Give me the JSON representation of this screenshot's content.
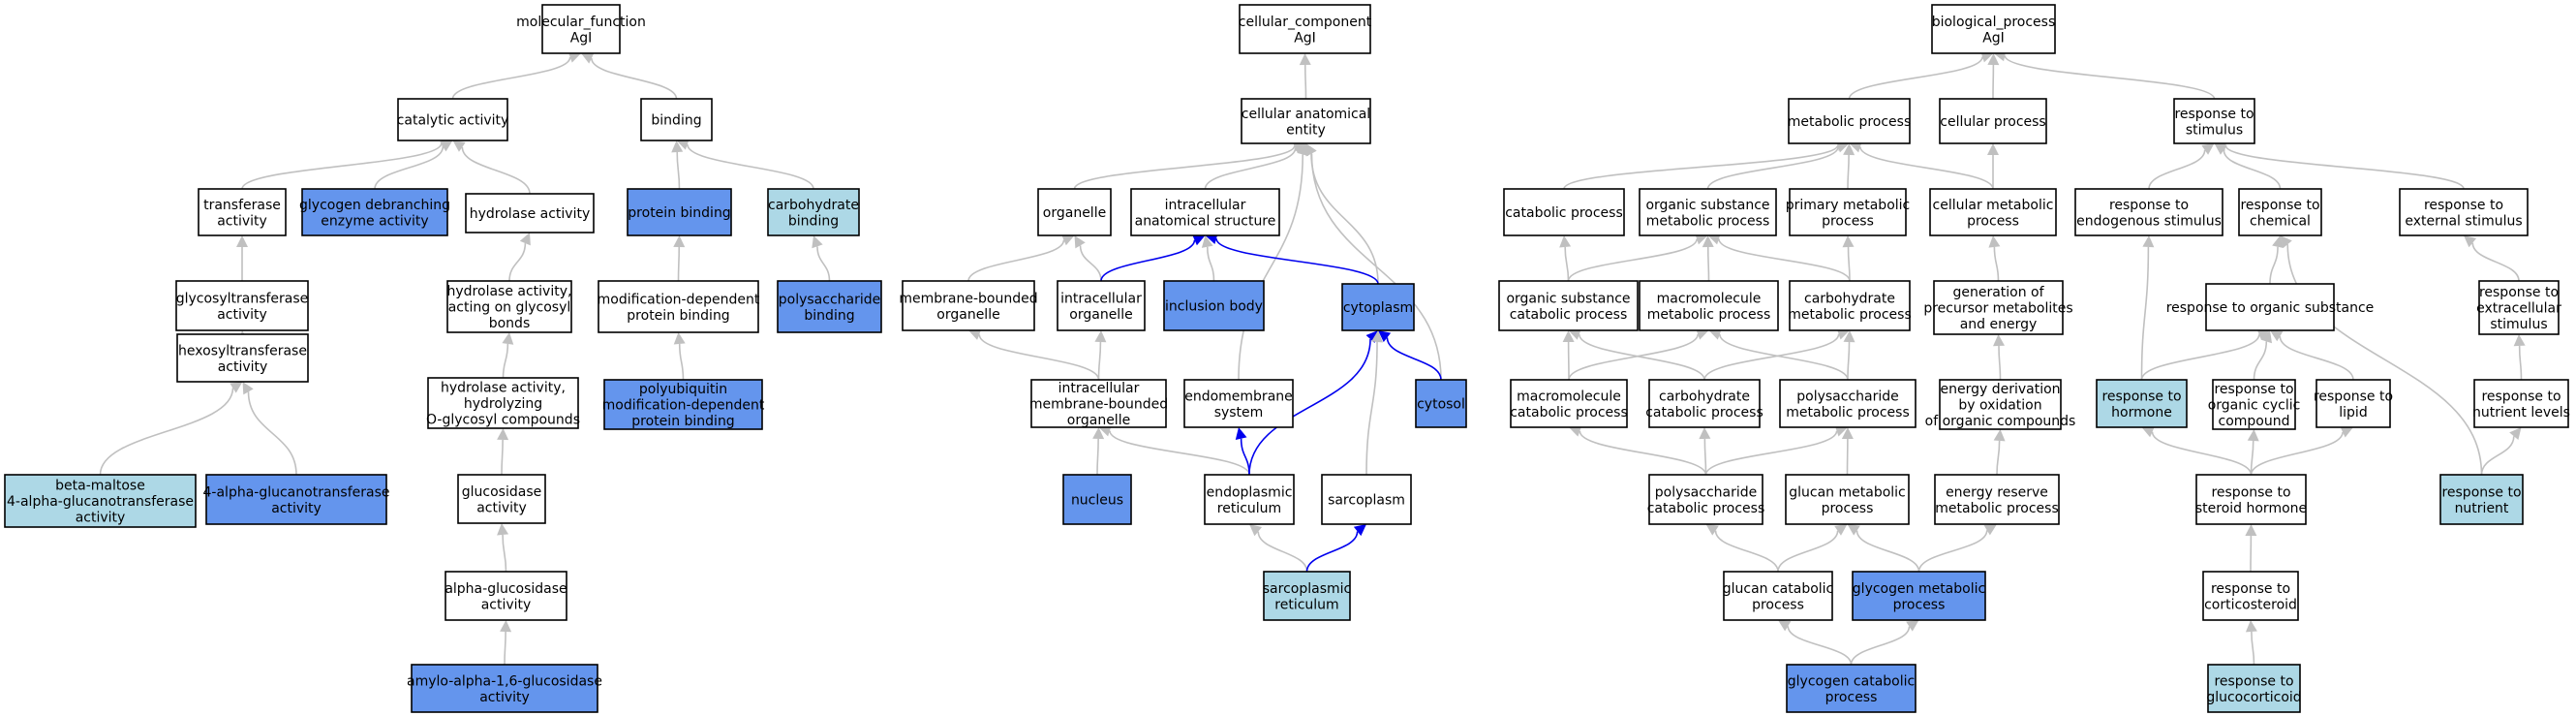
{
  "colors": {
    "plain": "#ffffff",
    "blue": "#6495ed",
    "lightblue": "#add8e6",
    "grey_edge": "#c0c0c0",
    "blue_edge": "#0000ee"
  },
  "nodes": [
    {
      "id": "mf",
      "lines": [
        "molecular_function",
        "AgI"
      ],
      "fill": "plain"
    },
    {
      "id": "catalytic",
      "lines": [
        "catalytic activity"
      ],
      "fill": "plain"
    },
    {
      "id": "binding",
      "lines": [
        "binding"
      ],
      "fill": "plain"
    },
    {
      "id": "transferase",
      "lines": [
        "transferase",
        "activity"
      ],
      "fill": "plain"
    },
    {
      "id": "glycogen_debranching",
      "lines": [
        "glycogen debranching",
        "enzyme activity"
      ],
      "fill": "blue"
    },
    {
      "id": "hydrolase",
      "lines": [
        "hydrolase activity"
      ],
      "fill": "plain"
    },
    {
      "id": "protein_binding",
      "lines": [
        "protein binding"
      ],
      "fill": "blue"
    },
    {
      "id": "carbohydrate_binding",
      "lines": [
        "carbohydrate",
        "binding"
      ],
      "fill": "lightblue"
    },
    {
      "id": "glycosyltransferase",
      "lines": [
        "glycosyltransferase",
        "activity"
      ],
      "fill": "plain"
    },
    {
      "id": "hydrolase_glycosyl",
      "lines": [
        "hydrolase activity,",
        "acting on glycosyl",
        "bonds"
      ],
      "fill": "plain"
    },
    {
      "id": "mod_dep_binding",
      "lines": [
        "modification-dependent",
        "protein binding"
      ],
      "fill": "plain"
    },
    {
      "id": "polysaccharide_binding",
      "lines": [
        "polysaccharide",
        "binding"
      ],
      "fill": "blue"
    },
    {
      "id": "hexosyltransferase",
      "lines": [
        "hexosyltransferase",
        "activity"
      ],
      "fill": "plain"
    },
    {
      "id": "hydrolase_oglycosyl",
      "lines": [
        "hydrolase activity,",
        "hydrolyzing",
        "O-glycosyl compounds"
      ],
      "fill": "plain"
    },
    {
      "id": "polyubiquitin",
      "lines": [
        "polyubiquitin",
        "modification-dependent",
        "protein binding"
      ],
      "fill": "blue"
    },
    {
      "id": "beta_maltose",
      "lines": [
        "beta-maltose",
        "4-alpha-glucanotransferase",
        "activity"
      ],
      "fill": "lightblue"
    },
    {
      "id": "alpha_glucanotransferase",
      "lines": [
        "4-alpha-glucanotransferase",
        "activity"
      ],
      "fill": "blue"
    },
    {
      "id": "glucosidase",
      "lines": [
        "glucosidase",
        "activity"
      ],
      "fill": "plain"
    },
    {
      "id": "alpha_glucosidase",
      "lines": [
        "alpha-glucosidase",
        "activity"
      ],
      "fill": "plain"
    },
    {
      "id": "amylo",
      "lines": [
        "amylo-alpha-1,6-glucosidase",
        "activity"
      ],
      "fill": "blue"
    },
    {
      "id": "cc",
      "lines": [
        "cellular_component",
        "AgI"
      ],
      "fill": "plain"
    },
    {
      "id": "cae",
      "lines": [
        "cellular anatomical",
        "entity"
      ],
      "fill": "plain"
    },
    {
      "id": "organelle",
      "lines": [
        "organelle"
      ],
      "fill": "plain"
    },
    {
      "id": "ias",
      "lines": [
        "intracellular",
        "anatomical structure"
      ],
      "fill": "plain"
    },
    {
      "id": "mbo",
      "lines": [
        "membrane-bounded",
        "organelle"
      ],
      "fill": "plain"
    },
    {
      "id": "io",
      "lines": [
        "intracellular",
        "organelle"
      ],
      "fill": "plain"
    },
    {
      "id": "inclusion",
      "lines": [
        "inclusion body"
      ],
      "fill": "blue"
    },
    {
      "id": "cytoplasm",
      "lines": [
        "cytoplasm"
      ],
      "fill": "blue"
    },
    {
      "id": "imbo",
      "lines": [
        "intracellular",
        "membrane-bounded",
        "organelle"
      ],
      "fill": "plain"
    },
    {
      "id": "endomembrane",
      "lines": [
        "endomembrane",
        "system"
      ],
      "fill": "plain"
    },
    {
      "id": "cytosol",
      "lines": [
        "cytosol"
      ],
      "fill": "blue"
    },
    {
      "id": "nucleus",
      "lines": [
        "nucleus"
      ],
      "fill": "blue"
    },
    {
      "id": "er",
      "lines": [
        "endoplasmic",
        "reticulum"
      ],
      "fill": "plain"
    },
    {
      "id": "sarcoplasm",
      "lines": [
        "sarcoplasm"
      ],
      "fill": "plain"
    },
    {
      "id": "sr",
      "lines": [
        "sarcoplasmic",
        "reticulum"
      ],
      "fill": "lightblue"
    },
    {
      "id": "bp",
      "lines": [
        "biological_process",
        "AgI"
      ],
      "fill": "plain"
    },
    {
      "id": "metabolic",
      "lines": [
        "metabolic process"
      ],
      "fill": "plain"
    },
    {
      "id": "cellular_process",
      "lines": [
        "cellular process"
      ],
      "fill": "plain"
    },
    {
      "id": "response_stimulus",
      "lines": [
        "response to",
        "stimulus"
      ],
      "fill": "plain"
    },
    {
      "id": "catabolic",
      "lines": [
        "catabolic process"
      ],
      "fill": "plain"
    },
    {
      "id": "osmp",
      "lines": [
        "organic substance",
        "metabolic process"
      ],
      "fill": "plain"
    },
    {
      "id": "pmp",
      "lines": [
        "primary metabolic",
        "process"
      ],
      "fill": "plain"
    },
    {
      "id": "cmp",
      "lines": [
        "cellular metabolic",
        "process"
      ],
      "fill": "plain"
    },
    {
      "id": "res",
      "lines": [
        "response to",
        "endogenous stimulus"
      ],
      "fill": "plain"
    },
    {
      "id": "rchem",
      "lines": [
        "response to",
        "chemical"
      ],
      "fill": "plain"
    },
    {
      "id": "rext",
      "lines": [
        "response to",
        "external stimulus"
      ],
      "fill": "plain"
    },
    {
      "id": "oscp",
      "lines": [
        "organic substance",
        "catabolic process"
      ],
      "fill": "plain"
    },
    {
      "id": "mmp",
      "lines": [
        "macromolecule",
        "metabolic process"
      ],
      "fill": "plain"
    },
    {
      "id": "chmp",
      "lines": [
        "carbohydrate",
        "metabolic process"
      ],
      "fill": "plain"
    },
    {
      "id": "gpme",
      "lines": [
        "generation of",
        "precursor metabolites",
        "and energy"
      ],
      "fill": "plain"
    },
    {
      "id": "ros",
      "lines": [
        "response to organic substance"
      ],
      "fill": "plain"
    },
    {
      "id": "rexs",
      "lines": [
        "response to",
        "extracellular",
        "stimulus"
      ],
      "fill": "plain"
    },
    {
      "id": "mcp",
      "lines": [
        "macromolecule",
        "catabolic process"
      ],
      "fill": "plain"
    },
    {
      "id": "chcp",
      "lines": [
        "carbohydrate",
        "catabolic process"
      ],
      "fill": "plain"
    },
    {
      "id": "psmp",
      "lines": [
        "polysaccharide",
        "metabolic process"
      ],
      "fill": "plain"
    },
    {
      "id": "edoc",
      "lines": [
        "energy derivation",
        "by oxidation",
        "of organic compounds"
      ],
      "fill": "plain"
    },
    {
      "id": "rhormone",
      "lines": [
        "response to",
        "hormone"
      ],
      "fill": "lightblue"
    },
    {
      "id": "rocc",
      "lines": [
        "response to",
        "organic cyclic",
        "compound"
      ],
      "fill": "plain"
    },
    {
      "id": "rlipid",
      "lines": [
        "response to",
        "lipid"
      ],
      "fill": "plain"
    },
    {
      "id": "rnl",
      "lines": [
        "response to",
        "nutrient levels"
      ],
      "fill": "plain"
    },
    {
      "id": "pscp",
      "lines": [
        "polysaccharide",
        "catabolic process"
      ],
      "fill": "plain"
    },
    {
      "id": "gmp",
      "lines": [
        "glucan metabolic",
        "process"
      ],
      "fill": "plain"
    },
    {
      "id": "ermp",
      "lines": [
        "energy reserve",
        "metabolic process"
      ],
      "fill": "plain"
    },
    {
      "id": "rsh",
      "lines": [
        "response to",
        "steroid hormone"
      ],
      "fill": "plain"
    },
    {
      "id": "rnutrient",
      "lines": [
        "response to",
        "nutrient"
      ],
      "fill": "lightblue"
    },
    {
      "id": "gcp",
      "lines": [
        "glucan catabolic",
        "process"
      ],
      "fill": "plain"
    },
    {
      "id": "glymp",
      "lines": [
        "glycogen metabolic",
        "process"
      ],
      "fill": "blue"
    },
    {
      "id": "rcort",
      "lines": [
        "response to",
        "corticosteroid"
      ],
      "fill": "plain"
    },
    {
      "id": "glycp",
      "lines": [
        "glycogen catabolic",
        "process"
      ],
      "fill": "blue"
    },
    {
      "id": "rgluco",
      "lines": [
        "response to",
        "glucocorticoid"
      ],
      "fill": "lightblue"
    }
  ],
  "edges": [
    {
      "from": "catalytic",
      "to": "mf",
      "color": "grey"
    },
    {
      "from": "binding",
      "to": "mf",
      "color": "grey"
    },
    {
      "from": "transferase",
      "to": "catalytic",
      "color": "grey"
    },
    {
      "from": "glycogen_debranching",
      "to": "catalytic",
      "color": "grey"
    },
    {
      "from": "hydrolase",
      "to": "catalytic",
      "color": "grey"
    },
    {
      "from": "protein_binding",
      "to": "binding",
      "color": "grey"
    },
    {
      "from": "carbohydrate_binding",
      "to": "binding",
      "color": "grey"
    },
    {
      "from": "glycosyltransferase",
      "to": "transferase",
      "color": "grey"
    },
    {
      "from": "hydrolase_glycosyl",
      "to": "hydrolase",
      "color": "grey"
    },
    {
      "from": "mod_dep_binding",
      "to": "protein_binding",
      "color": "grey"
    },
    {
      "from": "polysaccharide_binding",
      "to": "carbohydrate_binding",
      "color": "grey"
    },
    {
      "from": "hexosyltransferase",
      "to": "glycosyltransferase",
      "color": "grey"
    },
    {
      "from": "hydrolase_oglycosyl",
      "to": "hydrolase_glycosyl",
      "color": "grey"
    },
    {
      "from": "polyubiquitin",
      "to": "mod_dep_binding",
      "color": "grey"
    },
    {
      "from": "beta_maltose",
      "to": "hexosyltransferase",
      "color": "grey"
    },
    {
      "from": "alpha_glucanotransferase",
      "to": "hexosyltransferase",
      "color": "grey"
    },
    {
      "from": "glucosidase",
      "to": "hydrolase_oglycosyl",
      "color": "grey"
    },
    {
      "from": "alpha_glucosidase",
      "to": "glucosidase",
      "color": "grey"
    },
    {
      "from": "amylo",
      "to": "alpha_glucosidase",
      "color": "grey"
    },
    {
      "from": "cae",
      "to": "cc",
      "color": "grey"
    },
    {
      "from": "organelle",
      "to": "cae",
      "color": "grey"
    },
    {
      "from": "ias",
      "to": "cae",
      "color": "grey"
    },
    {
      "from": "endomembrane",
      "to": "cae",
      "color": "grey"
    },
    {
      "from": "cytoplasm",
      "to": "cae",
      "color": "grey"
    },
    {
      "from": "cytosol",
      "to": "cae",
      "color": "grey"
    },
    {
      "from": "mbo",
      "to": "organelle",
      "color": "grey"
    },
    {
      "from": "io",
      "to": "organelle",
      "color": "grey"
    },
    {
      "from": "io",
      "to": "ias",
      "color": "blue"
    },
    {
      "from": "inclusion",
      "to": "ias",
      "color": "grey"
    },
    {
      "from": "cytoplasm",
      "to": "ias",
      "color": "blue"
    },
    {
      "from": "imbo",
      "to": "mbo",
      "color": "grey"
    },
    {
      "from": "imbo",
      "to": "io",
      "color": "grey"
    },
    {
      "from": "nucleus",
      "to": "imbo",
      "color": "grey"
    },
    {
      "from": "er",
      "to": "imbo",
      "color": "grey"
    },
    {
      "from": "er",
      "to": "endomembrane",
      "color": "blue"
    },
    {
      "from": "er",
      "to": "cytoplasm",
      "color": "blue"
    },
    {
      "from": "cytosol",
      "to": "cytoplasm",
      "color": "blue"
    },
    {
      "from": "sarcoplasm",
      "to": "cytoplasm",
      "color": "grey"
    },
    {
      "from": "sr",
      "to": "er",
      "color": "grey"
    },
    {
      "from": "sr",
      "to": "sarcoplasm",
      "color": "blue"
    },
    {
      "from": "metabolic",
      "to": "bp",
      "color": "grey"
    },
    {
      "from": "cellular_process",
      "to": "bp",
      "color": "grey"
    },
    {
      "from": "response_stimulus",
      "to": "bp",
      "color": "grey"
    },
    {
      "from": "catabolic",
      "to": "metabolic",
      "color": "grey"
    },
    {
      "from": "osmp",
      "to": "metabolic",
      "color": "grey"
    },
    {
      "from": "pmp",
      "to": "metabolic",
      "color": "grey"
    },
    {
      "from": "cmp",
      "to": "metabolic",
      "color": "grey"
    },
    {
      "from": "cmp",
      "to": "cellular_process",
      "color": "grey"
    },
    {
      "from": "res",
      "to": "response_stimulus",
      "color": "grey"
    },
    {
      "from": "rchem",
      "to": "response_stimulus",
      "color": "grey"
    },
    {
      "from": "rext",
      "to": "response_stimulus",
      "color": "grey"
    },
    {
      "from": "oscp",
      "to": "catabolic",
      "color": "grey"
    },
    {
      "from": "oscp",
      "to": "osmp",
      "color": "grey"
    },
    {
      "from": "mmp",
      "to": "osmp",
      "color": "grey"
    },
    {
      "from": "chmp",
      "to": "osmp",
      "color": "grey"
    },
    {
      "from": "chmp",
      "to": "pmp",
      "color": "grey"
    },
    {
      "from": "gpme",
      "to": "cmp",
      "color": "grey"
    },
    {
      "from": "ros",
      "to": "rchem",
      "color": "grey"
    },
    {
      "from": "rexs",
      "to": "rext",
      "color": "grey"
    },
    {
      "from": "mcp",
      "to": "oscp",
      "color": "grey"
    },
    {
      "from": "mcp",
      "to": "mmp",
      "color": "grey"
    },
    {
      "from": "chcp",
      "to": "oscp",
      "color": "grey"
    },
    {
      "from": "chcp",
      "to": "chmp",
      "color": "grey"
    },
    {
      "from": "psmp",
      "to": "mmp",
      "color": "grey"
    },
    {
      "from": "psmp",
      "to": "chmp",
      "color": "grey"
    },
    {
      "from": "edoc",
      "to": "gpme",
      "color": "grey"
    },
    {
      "from": "rhormone",
      "to": "res",
      "color": "grey"
    },
    {
      "from": "rhormone",
      "to": "ros",
      "color": "grey"
    },
    {
      "from": "rocc",
      "to": "ros",
      "color": "grey"
    },
    {
      "from": "rlipid",
      "to": "ros",
      "color": "grey"
    },
    {
      "from": "rnl",
      "to": "rexs",
      "color": "grey"
    },
    {
      "from": "pscp",
      "to": "mcp",
      "color": "grey"
    },
    {
      "from": "pscp",
      "to": "chcp",
      "color": "grey"
    },
    {
      "from": "pscp",
      "to": "psmp",
      "color": "grey"
    },
    {
      "from": "gmp",
      "to": "psmp",
      "color": "grey"
    },
    {
      "from": "ermp",
      "to": "edoc",
      "color": "grey"
    },
    {
      "from": "rsh",
      "to": "rhormone",
      "color": "grey"
    },
    {
      "from": "rsh",
      "to": "rocc",
      "color": "grey"
    },
    {
      "from": "rsh",
      "to": "rlipid",
      "color": "grey"
    },
    {
      "from": "rnutrient",
      "to": "rnl",
      "color": "grey"
    },
    {
      "from": "rnutrient",
      "to": "rchem",
      "color": "grey"
    },
    {
      "from": "gcp",
      "to": "pscp",
      "color": "grey"
    },
    {
      "from": "gcp",
      "to": "gmp",
      "color": "grey"
    },
    {
      "from": "glymp",
      "to": "gmp",
      "color": "grey"
    },
    {
      "from": "glymp",
      "to": "ermp",
      "color": "grey"
    },
    {
      "from": "rcort",
      "to": "rsh",
      "color": "grey"
    },
    {
      "from": "glycp",
      "to": "gcp",
      "color": "grey"
    },
    {
      "from": "glycp",
      "to": "glymp",
      "color": "grey"
    },
    {
      "from": "rgluco",
      "to": "rcort",
      "color": "grey"
    }
  ]
}
